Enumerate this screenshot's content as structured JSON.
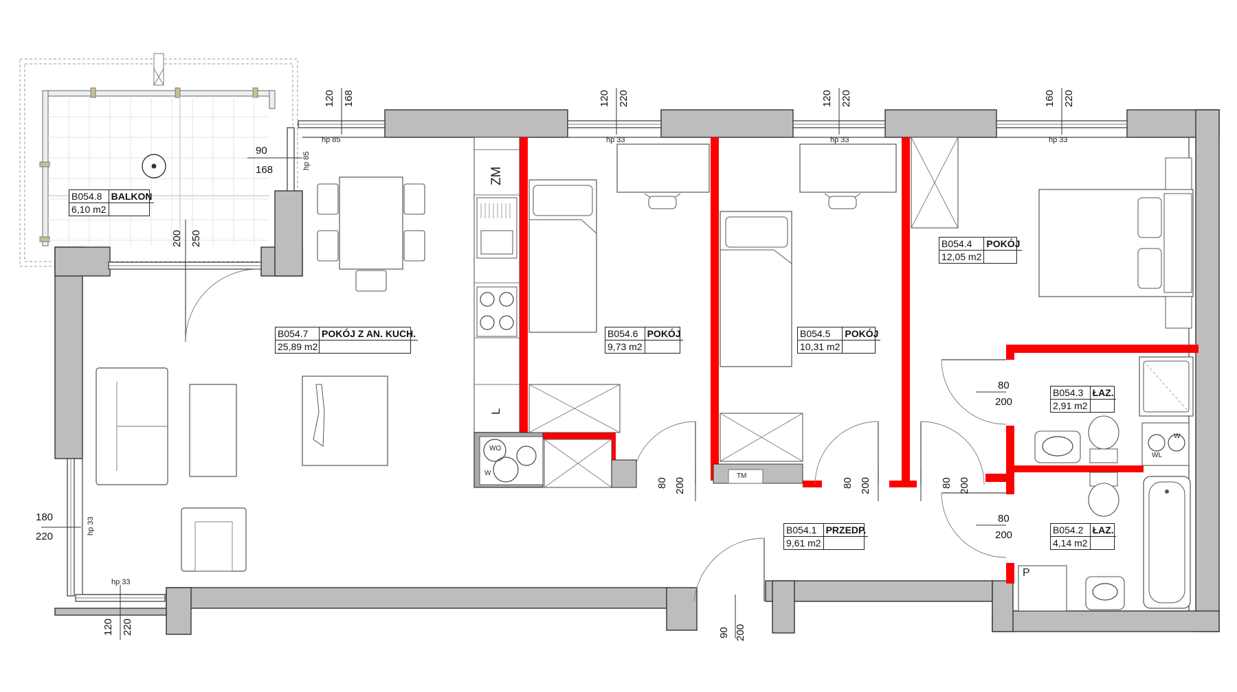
{
  "rooms": [
    {
      "id": "B054.8",
      "name": "BALKON",
      "area": "6,10 m2"
    },
    {
      "id": "B054.7",
      "name": "POKÓJ Z AN. KUCH.",
      "area": "25,89 m2"
    },
    {
      "id": "B054.6",
      "name": "POKÓJ",
      "area": "9,73 m2"
    },
    {
      "id": "B054.5",
      "name": "POKÓJ",
      "area": "10,31 m2"
    },
    {
      "id": "B054.4",
      "name": "POKÓJ",
      "area": "12,05 m2"
    },
    {
      "id": "B054.3",
      "name": "ŁAZ.",
      "area": "2,91 m2"
    },
    {
      "id": "B054.2",
      "name": "ŁAZ.",
      "area": "4,14 m2"
    },
    {
      "id": "B054.1",
      "name": "PRZEDP.",
      "area": "9,61 m2"
    }
  ],
  "dimensions": {
    "win1": [
      "120",
      "168"
    ],
    "win2": [
      "120",
      "220"
    ],
    "win3": [
      "120",
      "220"
    ],
    "win4": [
      "160",
      "220"
    ],
    "balcony_door": [
      "200",
      "250"
    ],
    "balcony_side": [
      "90",
      "168"
    ],
    "left_window": [
      "180",
      "220"
    ],
    "bottom_window": [
      "120",
      "220"
    ],
    "door_room6": [
      "80",
      "200"
    ],
    "door_room5": [
      "80",
      "200"
    ],
    "door_room4": [
      "80",
      "200"
    ],
    "door_bath3": [
      "80",
      "200"
    ],
    "door_bath2": [
      "80",
      "200"
    ],
    "entrance_door": [
      "90",
      "200"
    ]
  },
  "sill_heights": {
    "hp85_top": "hp 85",
    "hp85_side": "hp 85",
    "hp33_room6": "hp 33",
    "hp33_room5": "hp 33",
    "hp33_room4": "hp 33",
    "hp33_left": "hp 33",
    "hp33_bottom": "hp 33"
  },
  "symbols": {
    "fridge": "ZM",
    "dishwasher": "L",
    "boiler": "WO",
    "washing_machine_k": "W",
    "washing_machine_b": "W",
    "dryer": "TM",
    "laundry": "P",
    "bath_wm": "WL"
  }
}
